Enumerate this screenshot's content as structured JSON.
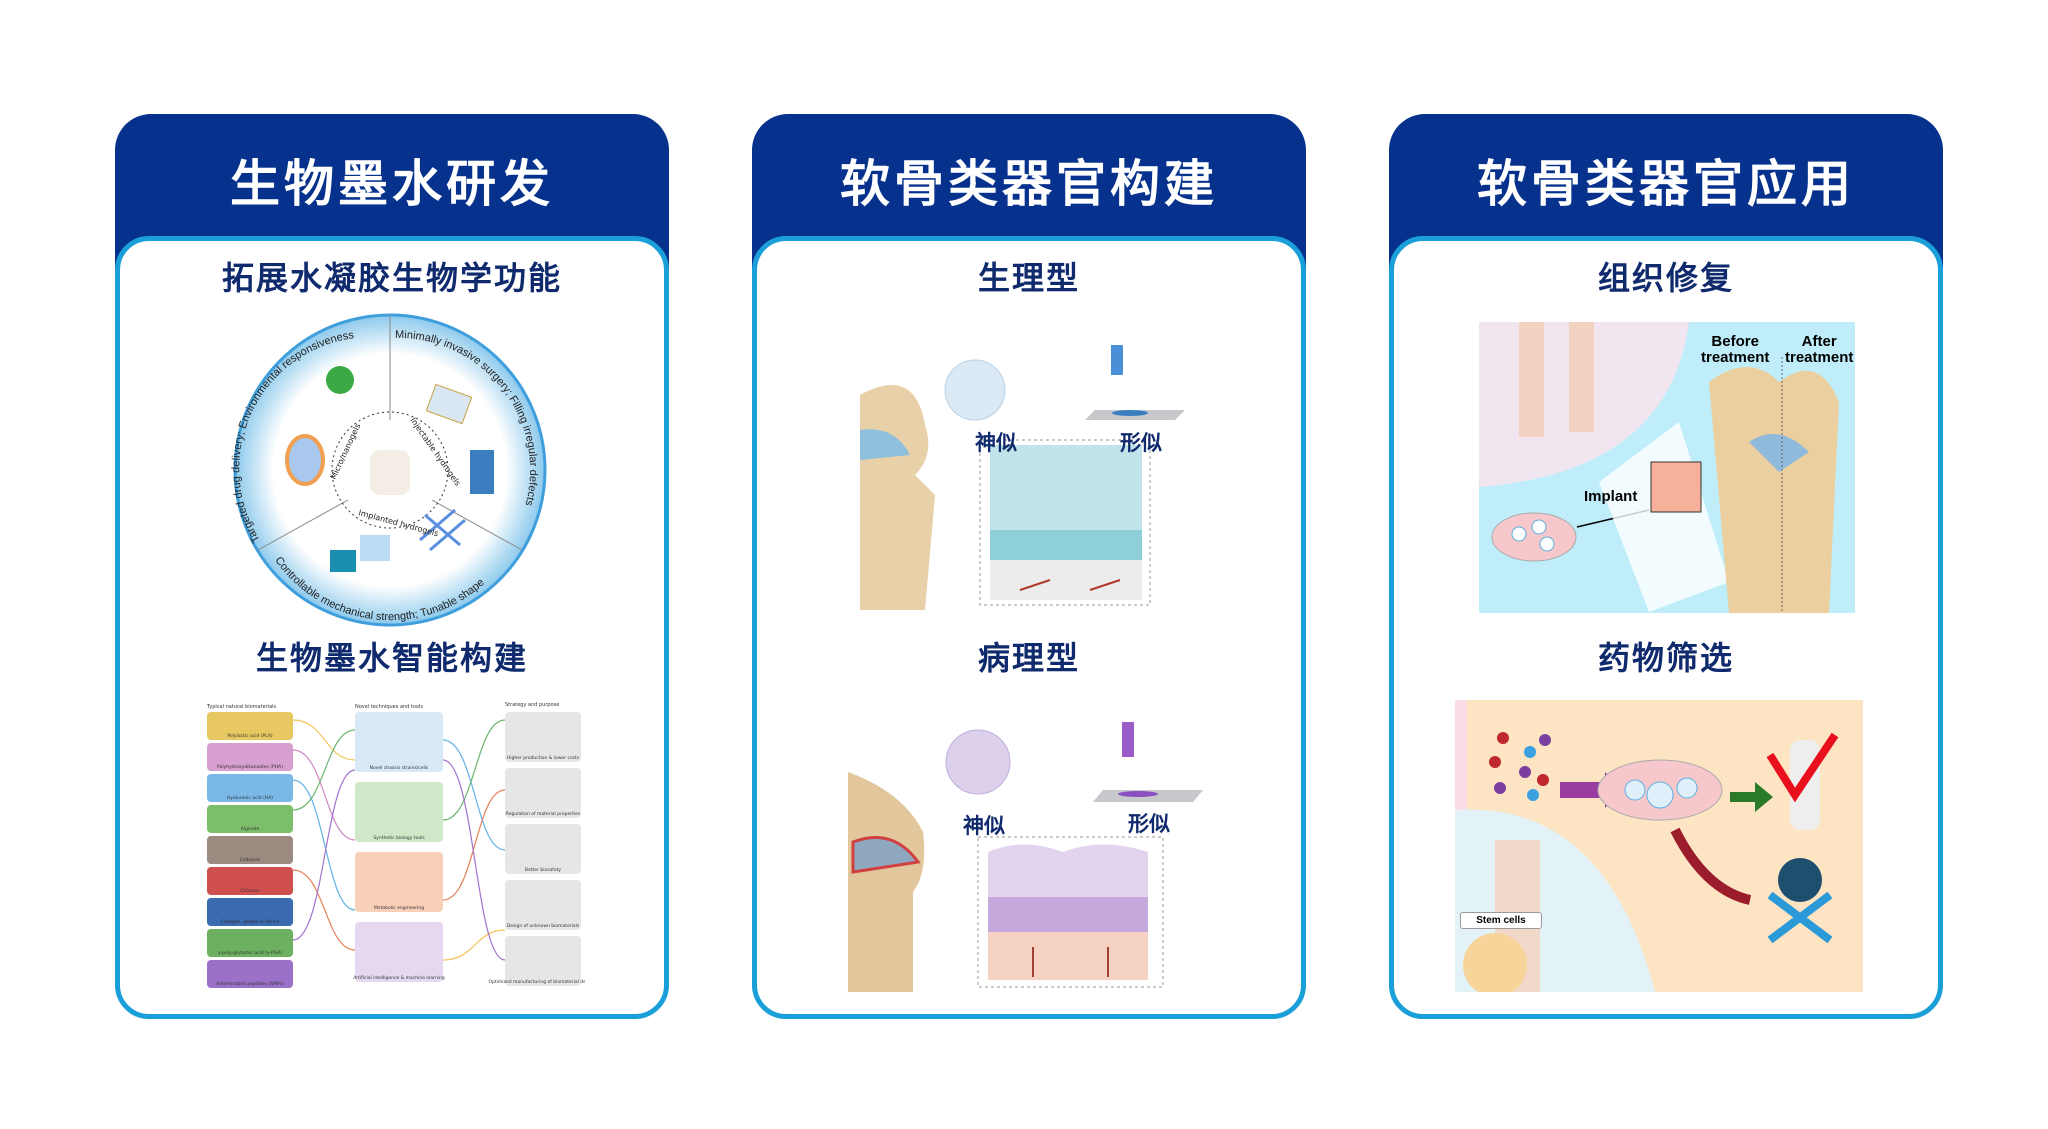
{
  "panels": [
    {
      "title": "生物墨水研发",
      "sections": [
        {
          "subtitle": "拓展水凝胶生物学功能",
          "figure": {
            "ring_labels": [
              "Targeted drug delivery; Environmental responsiveness",
              "Minimally invasive surgery; Filling irregular defects",
              "Controllable mechanical strength; Tunable shape"
            ],
            "inner_labels": [
              "Micro/nanogels",
              "Injectable hydrogels",
              "Implanted hydrogels"
            ]
          }
        },
        {
          "subtitle": "生物墨水智能构建",
          "figure": {
            "column_headers": [
              "Typical natural biomaterials",
              "Novel techniques and tools",
              "Strategy and purpose"
            ],
            "biomaterials": [
              "Polylactic acid (PLA)",
              "Polyhydroxyalkanoates (PHA)",
              "Hyaluronic acid (HA)",
              "Alginate",
              "Cellulose",
              "Chitosan",
              "Collagen, gelatin & fibroin",
              "γ-poly-glutamic acid (γ-PGA)",
              "Antimicrobial peptides (AMPs)"
            ],
            "tools": [
              "Novel chassis strains/cells",
              "Synthetic biology tools",
              "Metabolic engineering",
              "Artificial intelligence & machine learning"
            ],
            "purposes": [
              "Higher production & lower costs",
              "Regulation of material properties",
              "Better biosafety",
              "Design of unknown biomaterials",
              "Optimized manufacturing of biomaterial devices"
            ]
          }
        }
      ]
    },
    {
      "title": "软骨类器官构建",
      "sections": [
        {
          "subtitle": "生理型",
          "figure": {
            "label_left": "神似",
            "label_right": "形似"
          }
        },
        {
          "subtitle": "病理型",
          "figure": {
            "label_left": "神似",
            "label_right": "形似"
          }
        }
      ]
    },
    {
      "title": "软骨类器官应用",
      "sections": [
        {
          "subtitle": "组织修复",
          "figure": {
            "before": "Before\ntreatment",
            "before_1": "Before",
            "before_2": "treatment",
            "after_1": "After",
            "after_2": "treatment",
            "implant": "Implant"
          }
        },
        {
          "subtitle": "药物筛选",
          "figure": {
            "stem_cells": "Stem cells"
          }
        }
      ]
    }
  ],
  "colors": {
    "header": "#06318c",
    "border": "#1b9fd9",
    "subtitle": "#102a6e"
  }
}
